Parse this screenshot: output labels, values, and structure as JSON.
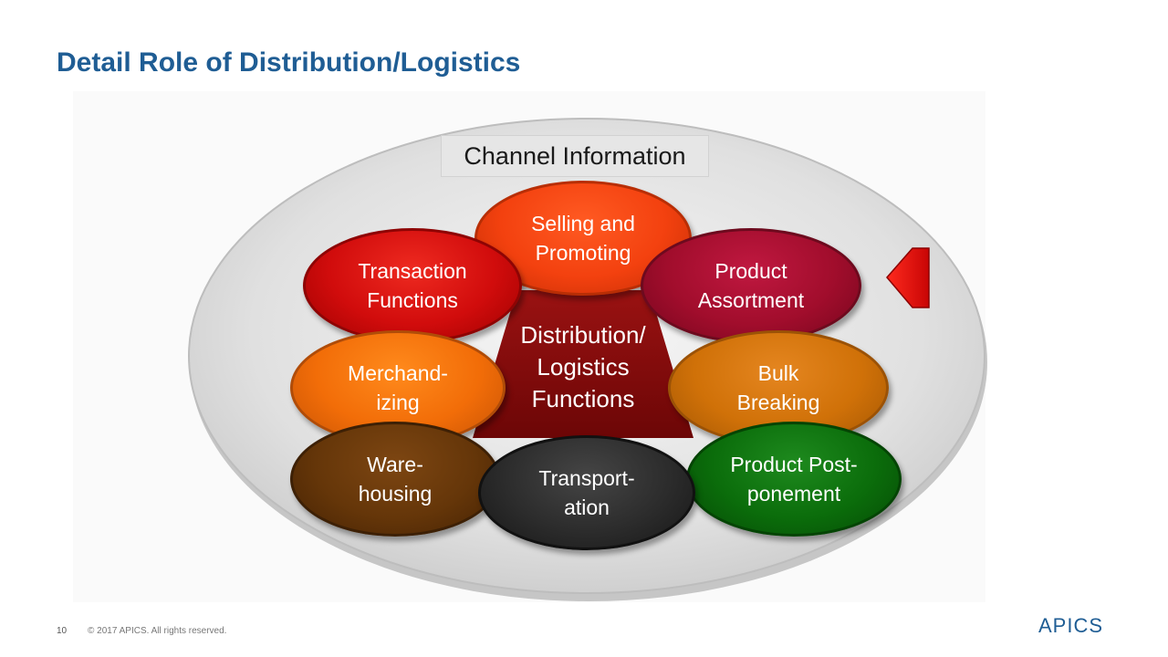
{
  "slide": {
    "title": "Detail Role of Distribution/Logistics",
    "page_number": "10",
    "copyright": "© 2017 APICS. All rights reserved.",
    "logo_text": "APICS"
  },
  "diagram": {
    "outer_label": "Channel Information",
    "center_lines": [
      "Distribution/",
      "Logistics",
      "Functions"
    ],
    "functions": [
      {
        "lines": [
          "Selling and",
          "Promoting"
        ],
        "color": "#f3410f"
      },
      {
        "lines": [
          "Transaction",
          "Functions"
        ],
        "color": "#d10c0c"
      },
      {
        "lines": [
          "Product",
          "Assortment"
        ],
        "color": "#a10d2c"
      },
      {
        "lines": [
          "Merchand-",
          "izing"
        ],
        "color": "#f26d08"
      },
      {
        "lines": [
          "Bulk",
          "Breaking"
        ],
        "color": "#d07108"
      },
      {
        "lines": [
          "Ware-",
          "housing"
        ],
        "color": "#653609"
      },
      {
        "lines": [
          "Transport-",
          "ation"
        ],
        "color": "#2c2c2c"
      },
      {
        "lines": [
          "Product Post-",
          "ponement"
        ],
        "color": "#0b6d0b"
      }
    ],
    "center_color": "#8a0b0b",
    "arrow_color": "#e01010"
  }
}
